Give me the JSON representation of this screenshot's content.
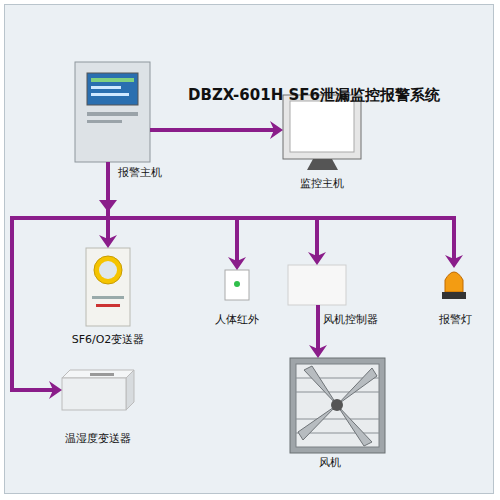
{
  "diagram": {
    "title": "DBZX-601H SF6泄漏监控报警系统",
    "nodes": [
      {
        "text": [
          "报警主机"
        ]
      },
      {
        "text": [
          "监控主机"
        ]
      },
      {
        "text": [
          "SF6/O2变送器"
        ]
      },
      {
        "text": [
          "人体红外"
        ]
      },
      {
        "text": [
          "风机控制器"
        ]
      },
      {
        "text": [
          "报警灯"
        ]
      },
      {
        "text": [
          "温湿度变送器"
        ]
      },
      {
        "text": [
          "风机"
        ]
      }
    ],
    "edges": [
      {
        "from": 0,
        "to": 1,
        "arrow": "to"
      },
      {
        "from": 0,
        "to": 2,
        "arrow": "to"
      },
      {
        "from": 0,
        "to": 3,
        "arrow": "to"
      },
      {
        "from": 0,
        "to": 4,
        "arrow": "to"
      },
      {
        "from": 0,
        "to": 5,
        "arrow": "to"
      },
      {
        "from": 0,
        "to": 6,
        "arrow": "to"
      },
      {
        "from": 4,
        "to": 7,
        "arrow": "to"
      }
    ]
  }
}
